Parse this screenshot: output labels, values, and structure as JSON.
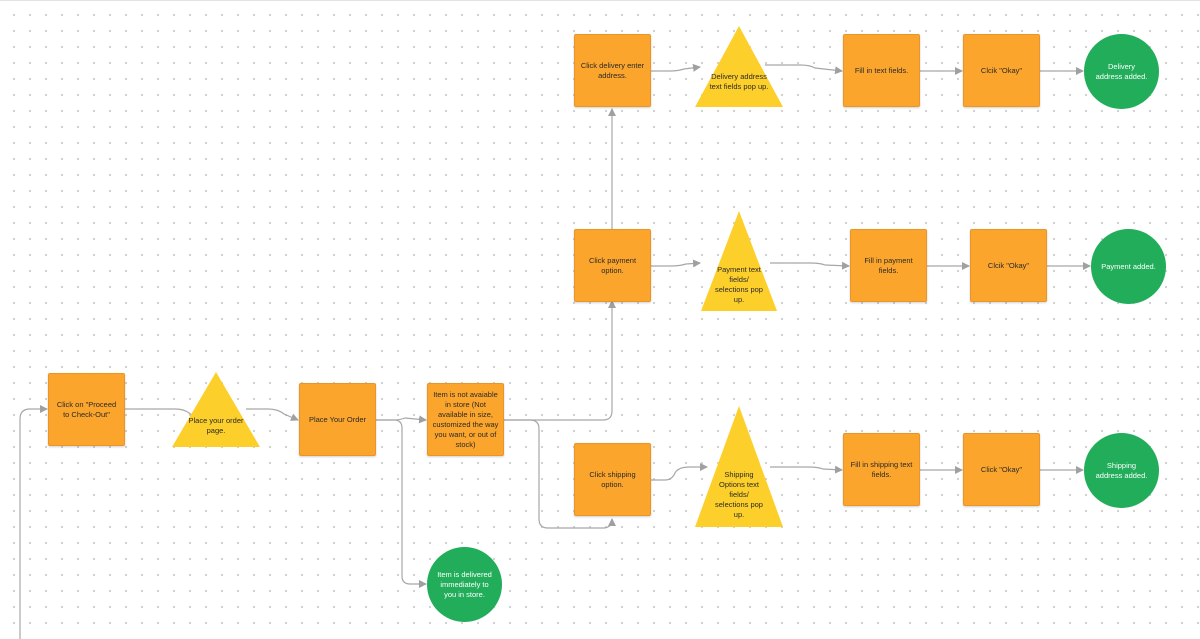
{
  "colors": {
    "process": "#fba52c",
    "decision": "#fdcf2a",
    "terminal": "#21ad5a",
    "connector": "#a7a7a7"
  },
  "nodes": {
    "proceed_checkout": "Click on \"Proceed to Check-Out\"",
    "place_order_page": "Place your order page.",
    "place_your_order": "Place Your Order",
    "item_not_available": "Item is not avaiable in store (Not available in size, customized the way you want, or out of stock)",
    "item_delivered": "Item is delivered immediately to you in store.",
    "click_delivery": "Click delivery enter address.",
    "delivery_popup": "Delivery address  text fields pop up.",
    "fill_text_fields": "Fill in text fields.",
    "click_okay_delivery": "Clcik \"Okay\"",
    "delivery_added": "Delivery address added.",
    "click_payment": "Click payment option.",
    "payment_popup": "Payment text fields/ selections pop up.",
    "fill_payment": "Fill in payment fields.",
    "click_okay_payment": "Clcik \"Okay\"",
    "payment_added": "Payment added.",
    "click_shipping": "Click shipping option.",
    "shipping_popup": "Shipping Options text fields/ selections pop up.",
    "fill_shipping": "Fill in shipping text fields.",
    "click_okay_shipping": "Click \"Okay\"",
    "shipping_added": "Shipping address added."
  }
}
